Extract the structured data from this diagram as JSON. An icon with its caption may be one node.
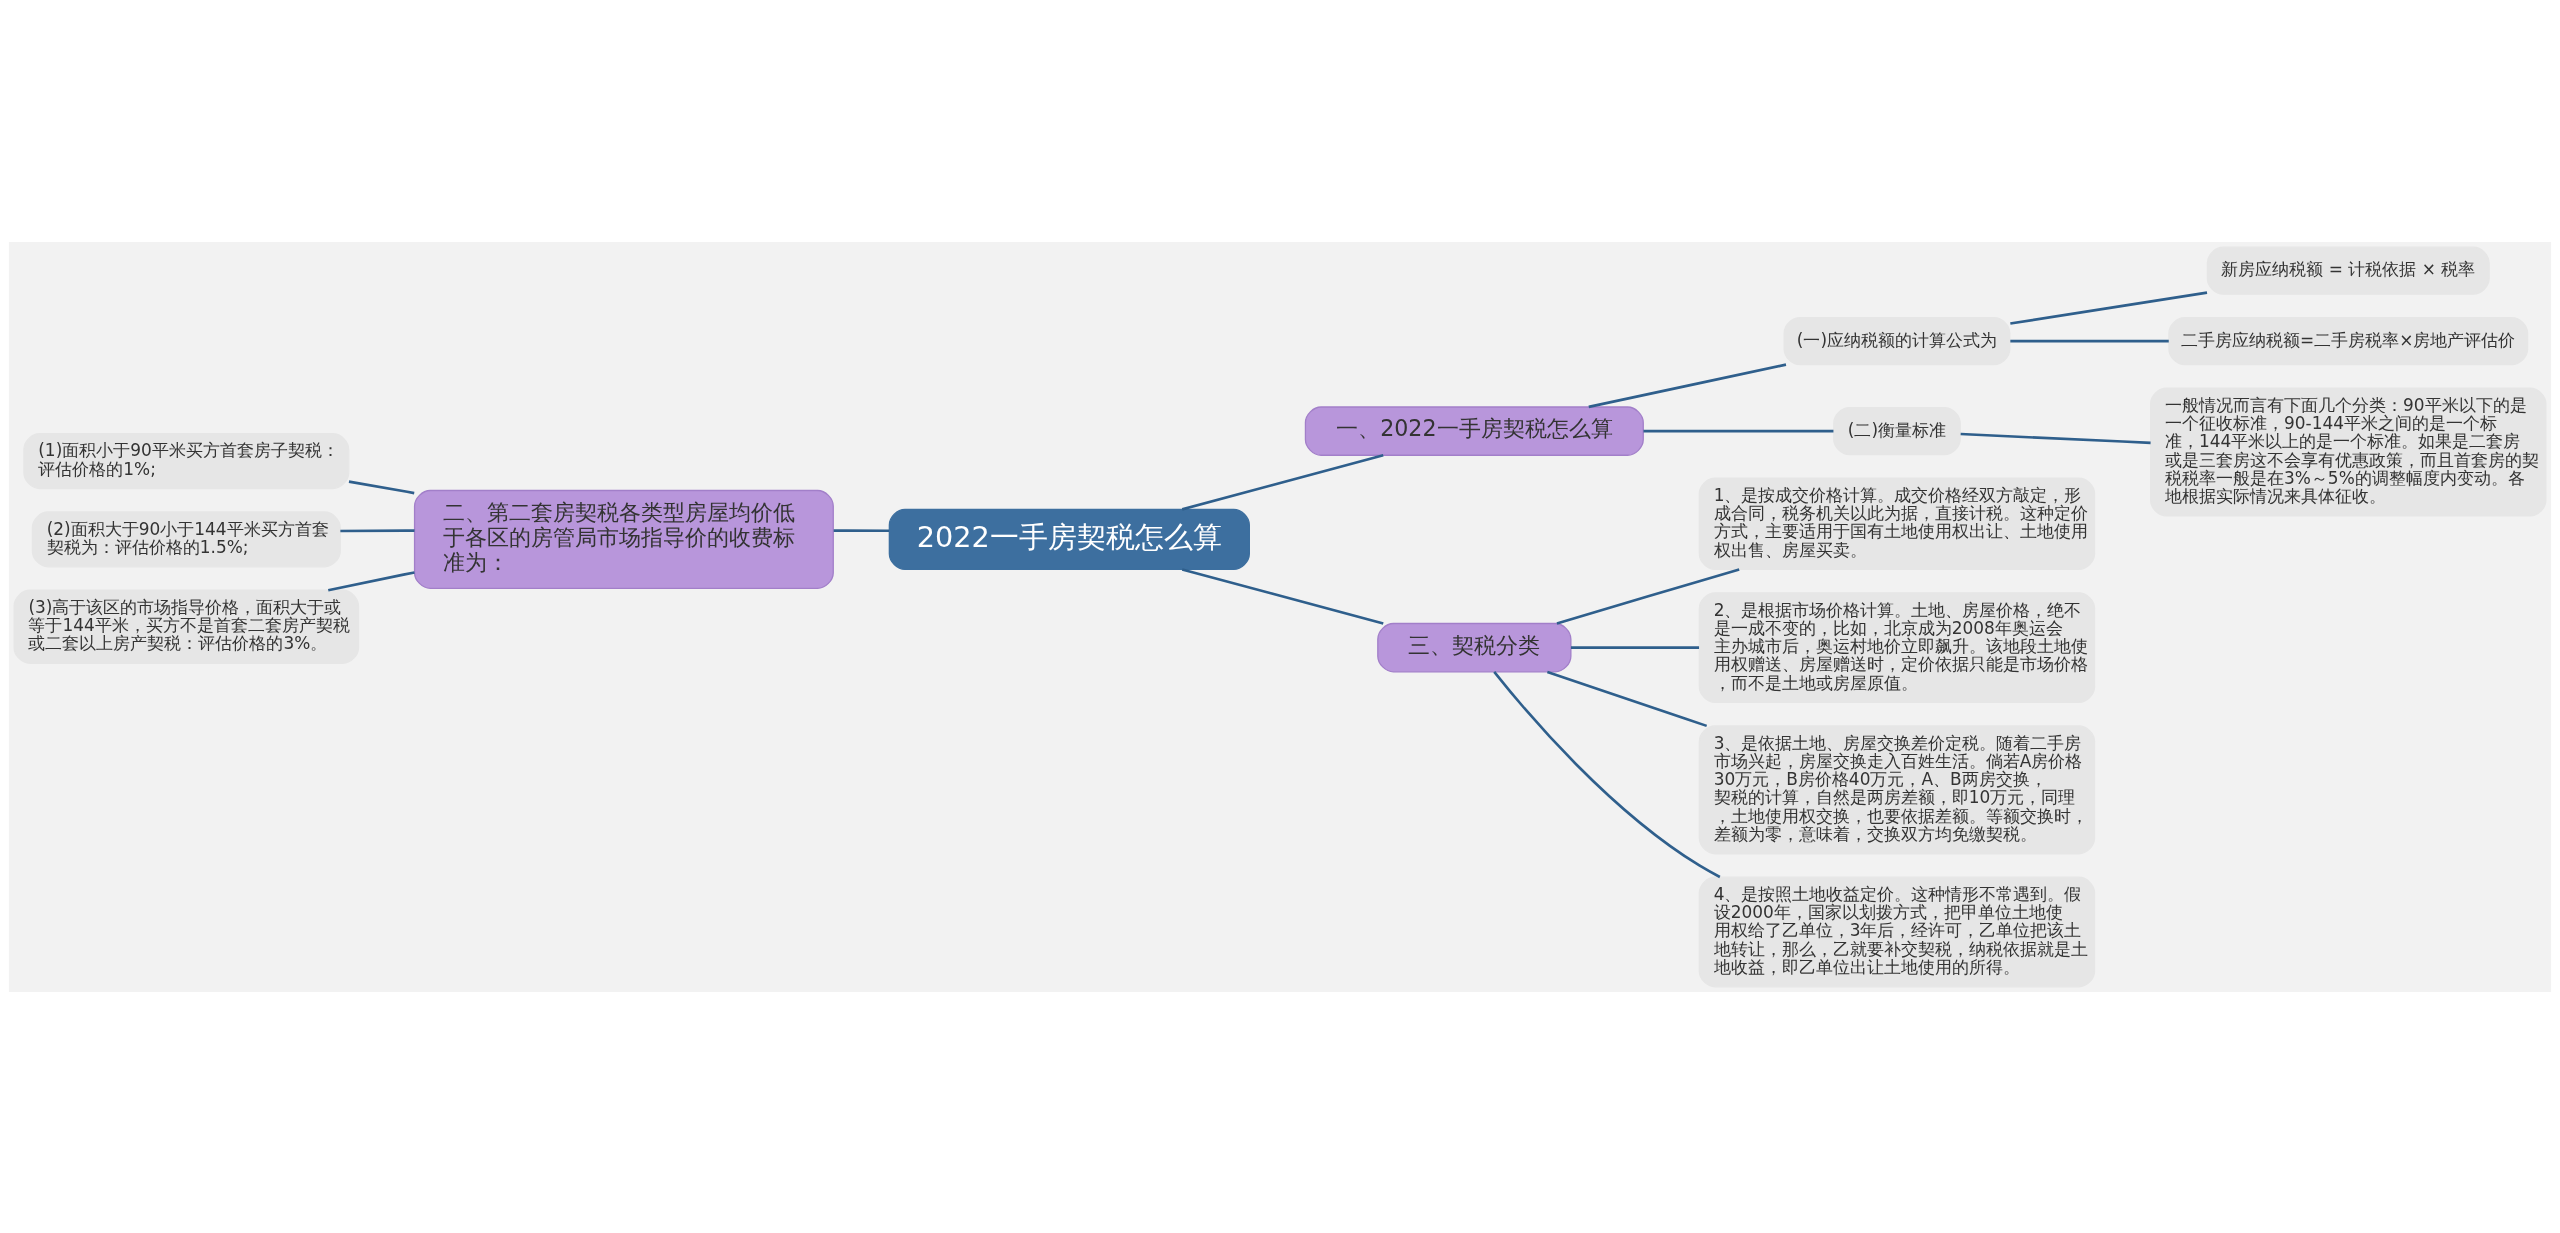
{
  "diagram": {
    "nodes": [
      {
        "text": [
          "2022一手房契税怎么算"
        ]
      },
      {
        "text": [
          "一、2022一手房契税怎么算"
        ]
      },
      {
        "text": [
          "(一)应纳税额的计算公式为"
        ]
      },
      {
        "text": [
          "新房应纳税额 = 计税依据 × 税率"
        ]
      },
      {
        "text": [
          "二手房应纳税额=二手房税率×房地产评估价"
        ]
      },
      {
        "text": [
          "(二)衡量标准"
        ]
      },
      {
        "text": [
          "一般情况而言有下面几个分类：90平米以下的是一个征收标准，90-144平米之间的是一个标准，144平米以上的是一个标准。如果是二套房或是三套房这不会享有优惠政策，而且首套房的契税税率一般是在3%～5%的调整幅度内变动。各地根据实际情况来具体征收。"
        ]
      },
      {
        "text": [
          "二、第二套房契税各类型房屋均价低于各区的房管局市场指导价的收费标准为："
        ]
      },
      {
        "text": [
          "(1)面积小于90平米买方首套房子契税：评估价格的1%;"
        ]
      },
      {
        "text": [
          "(2)面积大于90小于144平米买方首套契税为：评估价格的1.5%;"
        ]
      },
      {
        "text": [
          "(3)高于该区的市场指导价格，面积大于或等于144平米，买方不是首套二套房产契税或二套以上房产契税：评估价格的3%。"
        ]
      },
      {
        "text": [
          "三、契税分类"
        ]
      },
      {
        "text": [
          "1、是按成交价格计算。成交价格经双方敲定，形成合同，税务机关以此为据，直接计税。这种定价方式，主要适用于国有土地使用权出让、土地使用权出售、房屋买卖。"
        ]
      },
      {
        "text": [
          "2、是根据市场价格计算。土地、房屋价格，绝不是一成不变的，比如，北京成为2008年奥运会主办城市后，奥运村地价立即飙升。该地段土地使用权赠送、房屋赠送时，定价依据只能是市场价格，而不是土地或房屋原值。"
        ]
      },
      {
        "text": [
          "3、是依据土地、房屋交换差价定税。随着二手房市场兴起，房屋交换走入百姓生活。倘若A房价格30万元，B房价格40万元，A、B两房交换，契税的计算，自然是两房差额，即10万元，同理，土地使用权交换，也要依据差额。等额交换时，差额为零，意味着，交换双方均免缴契税。"
        ]
      },
      {
        "text": [
          "4、是按照土地收益定价。这种情形不常遇到。假设2000年，国家以划拨方式，把甲单位土地使用权给了乙单位，3年后，经许可，乙单位把该土地转让，那么，乙就要补交契税，纳税依据就是土地收益，即乙单位出让土地使用的所得。"
        ]
      }
    ],
    "edges": [
      {
        "from": 0,
        "to": 1,
        "arrow": "none"
      },
      {
        "from": 1,
        "to": 2,
        "arrow": "none"
      },
      {
        "from": 2,
        "to": 3,
        "arrow": "none"
      },
      {
        "from": 2,
        "to": 4,
        "arrow": "none"
      },
      {
        "from": 1,
        "to": 5,
        "arrow": "none"
      },
      {
        "from": 5,
        "to": 6,
        "arrow": "none"
      },
      {
        "from": 0,
        "to": 7,
        "arrow": "none"
      },
      {
        "from": 7,
        "to": 8,
        "arrow": "none"
      },
      {
        "from": 7,
        "to": 9,
        "arrow": "none"
      },
      {
        "from": 7,
        "to": 10,
        "arrow": "none"
      },
      {
        "from": 0,
        "to": 11,
        "arrow": "none"
      },
      {
        "from": 11,
        "to": 12,
        "arrow": "none"
      },
      {
        "from": 11,
        "to": 13,
        "arrow": "none"
      },
      {
        "from": 11,
        "to": 14,
        "arrow": "none"
      },
      {
        "from": 11,
        "to": 15,
        "arrow": "none"
      }
    ]
  }
}
